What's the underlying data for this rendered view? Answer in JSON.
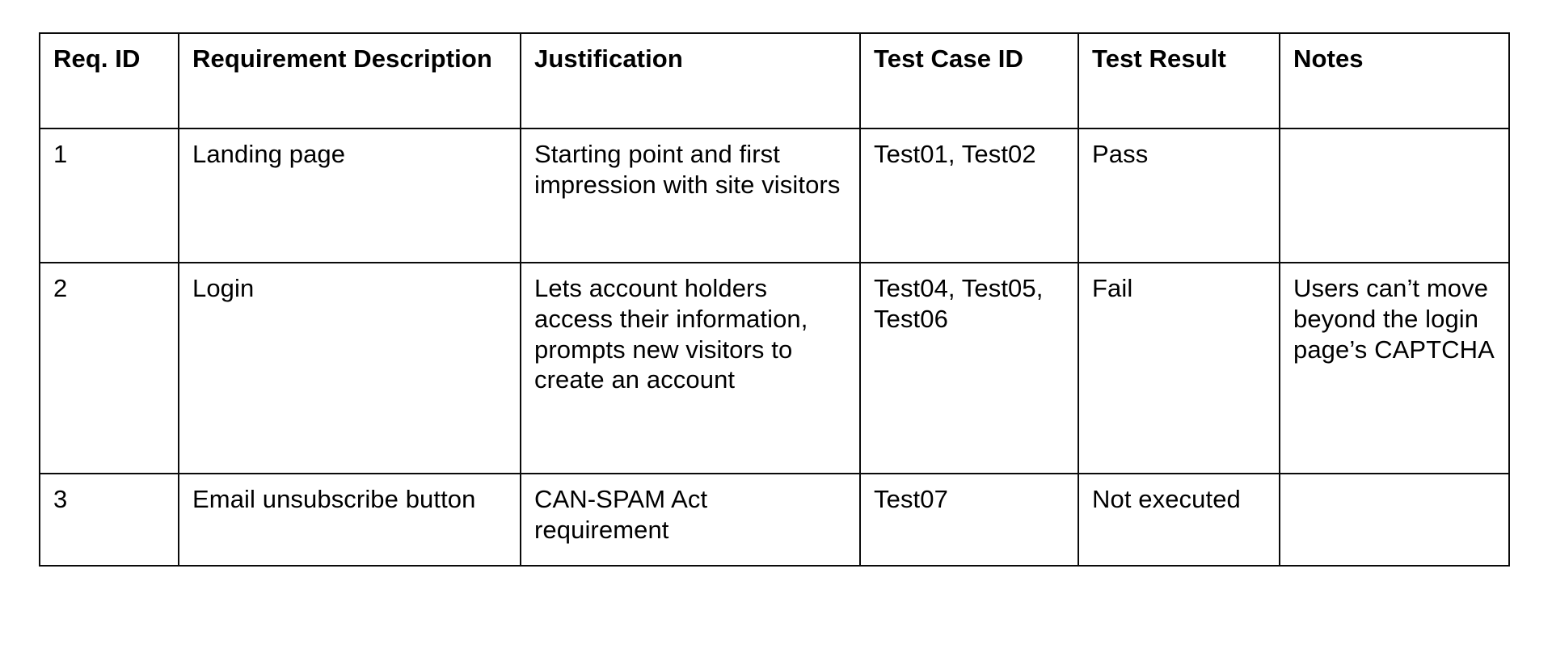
{
  "document": {
    "type": "requirements-traceability-matrix",
    "table": {
      "columns": [
        {
          "key": "req_id",
          "label": "Req. ID"
        },
        {
          "key": "requirement",
          "label": "Requirement Description"
        },
        {
          "key": "justification",
          "label": "Justification"
        },
        {
          "key": "test_case_id",
          "label": "Test Case ID"
        },
        {
          "key": "test_result",
          "label": "Test Result"
        },
        {
          "key": "notes",
          "label": "Notes"
        }
      ],
      "rows": [
        {
          "req_id": "1",
          "requirement": "Landing page",
          "justification": "Starting point and first impression with site visitors",
          "test_case_id": "Test01, Test02",
          "test_result": "Pass",
          "notes": ""
        },
        {
          "req_id": "2",
          "requirement": "Login",
          "justification": "Lets account holders access their information, prompts new visitors to create an account",
          "test_case_id": "Test04, Test05, Test06",
          "test_result": "Fail",
          "notes": "Users can’t move beyond the login page’s CAPTCHA"
        },
        {
          "req_id": "3",
          "requirement": "Email unsubscribe button",
          "justification": "CAN-SPAM Act requirement",
          "test_case_id": "Test07",
          "test_result": "Not executed",
          "notes": ""
        }
      ]
    },
    "colors": {
      "border": "#0a0a0a",
      "text": "#000000",
      "background": "#ffffff"
    }
  }
}
